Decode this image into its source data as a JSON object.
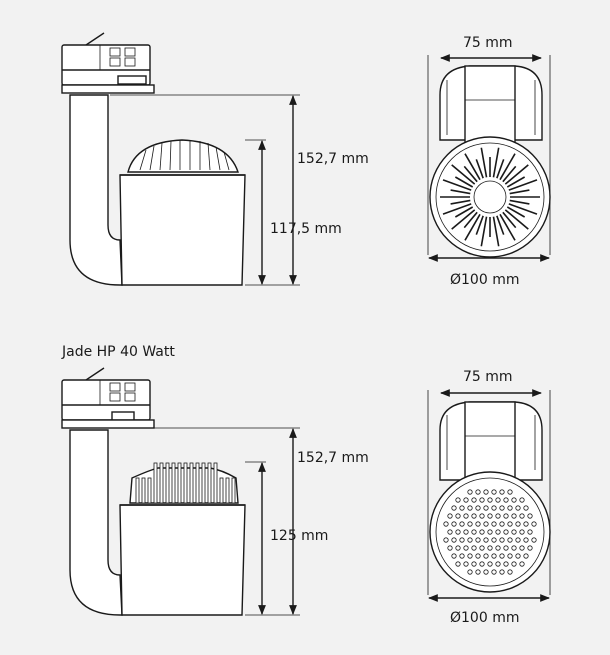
{
  "dimensions": {
    "top_width": "75 mm",
    "top_total_height": "152,7 mm",
    "top_body_height": "117,5 mm",
    "top_diameter": "Ø100 mm",
    "bottom_width": "75 mm",
    "bottom_total_height": "152,7 mm",
    "bottom_body_height": "125 mm",
    "bottom_diameter": "Ø100 mm"
  },
  "product_title": "Jade HP 40 Watt"
}
